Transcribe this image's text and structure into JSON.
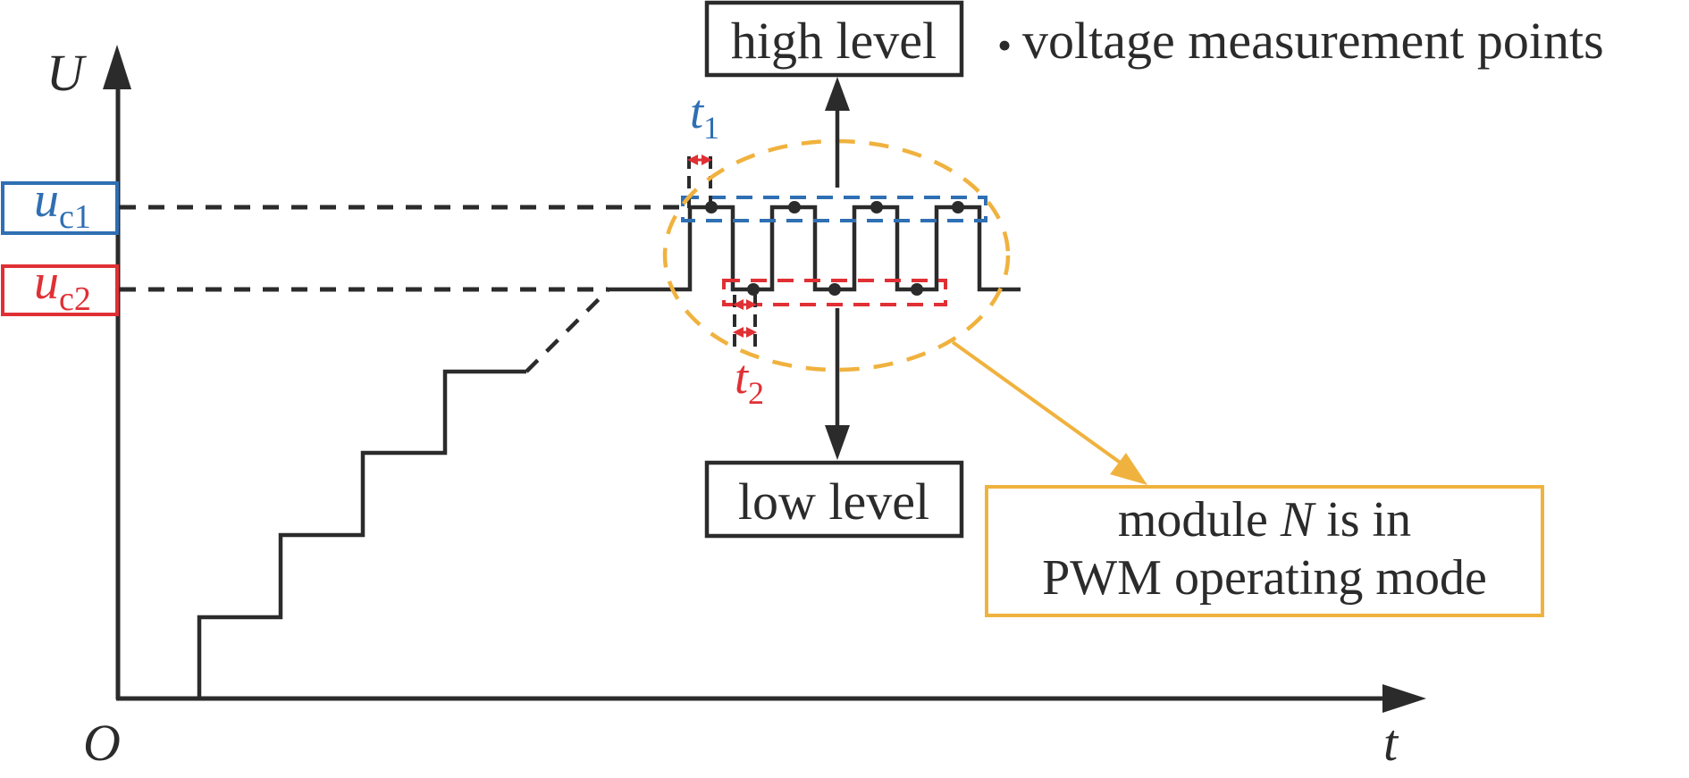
{
  "colors": {
    "ink": "#2b2b2b",
    "blue": "#2f6fb3",
    "red": "#e03035",
    "orange": "#f0b23e"
  },
  "axes": {
    "y_label": "U",
    "x_label": "t",
    "origin_label": "O"
  },
  "levels": {
    "high": {
      "symbol": "u",
      "subscript": "c1"
    },
    "low": {
      "symbol": "u",
      "subscript": "c2"
    }
  },
  "annotations": {
    "high_level_box": "high level",
    "low_level_box": "low level",
    "legend_marker": "•",
    "legend_text": "voltage measurement points",
    "t1": {
      "symbol": "t",
      "subscript": "1"
    },
    "t2": {
      "symbol": "t",
      "subscript": "2"
    },
    "mode_box_line1_pre": "module ",
    "mode_box_line1_var": "N",
    "mode_box_line1_post": " is in",
    "mode_box_line2": "PWM operating mode"
  },
  "waveform": {
    "staircase_steps": 4,
    "pwm_high_pulses": 4,
    "pwm_low_intervals": 3,
    "high_measurement_points": 4,
    "low_measurement_points": 3
  }
}
